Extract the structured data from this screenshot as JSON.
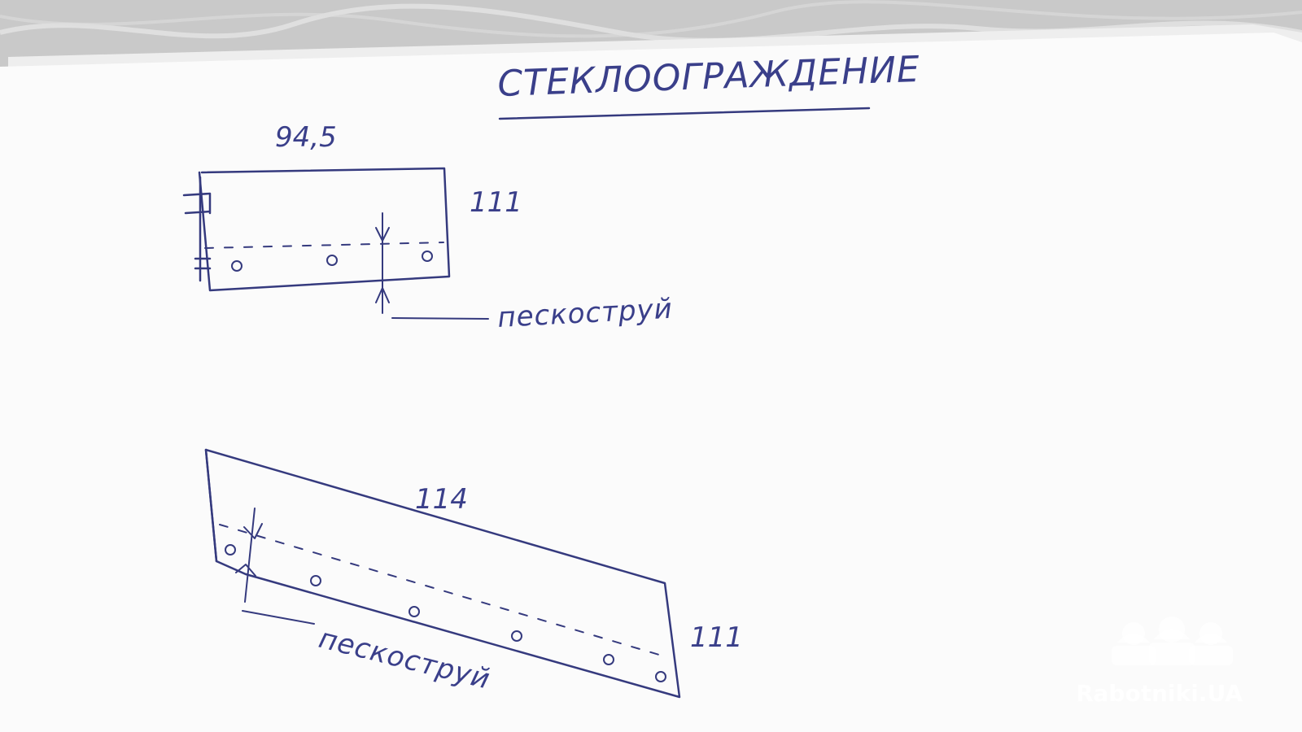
{
  "title": "СТЕКЛООГРАЖДЕНИЕ",
  "panel_top": {
    "width_label": "94,5",
    "height_label": "111",
    "sandblast_label": "пескоструй"
  },
  "panel_bottom": {
    "length_label": "114",
    "height_label": "111",
    "sandblast_label": "пескоструй"
  },
  "watermark": {
    "text": "Rabotniki.UA"
  },
  "colors": {
    "ink": "#353a7e",
    "paper": "#fbfbfb",
    "tablecloth": "#cfcfcf"
  }
}
